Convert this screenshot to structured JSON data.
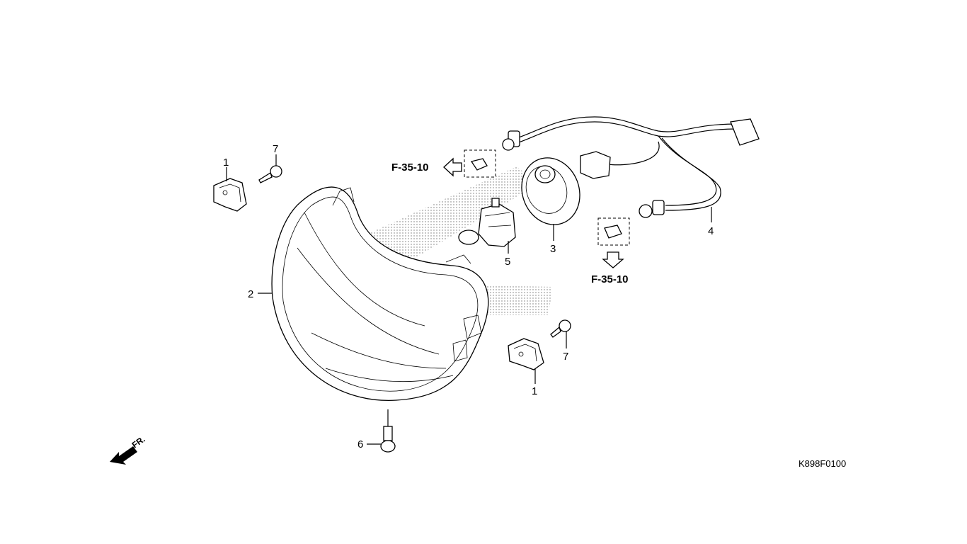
{
  "diagram": {
    "callouts": [
      {
        "id": "clip-left",
        "label": "1"
      },
      {
        "id": "screw-left",
        "label": "7"
      },
      {
        "id": "headlight-unit",
        "label": "2"
      },
      {
        "id": "bulb",
        "label": "5"
      },
      {
        "id": "dust-cover",
        "label": "3"
      },
      {
        "id": "harness",
        "label": "4"
      },
      {
        "id": "screw-right",
        "label": "7"
      },
      {
        "id": "clip-right",
        "label": "1"
      },
      {
        "id": "bolt",
        "label": "6"
      }
    ],
    "references": [
      {
        "id": "ref-left",
        "label": "F-35-10"
      },
      {
        "id": "ref-right",
        "label": "F-35-10"
      }
    ],
    "front_marker": "FR.",
    "diagram_code": "K898F0100"
  }
}
